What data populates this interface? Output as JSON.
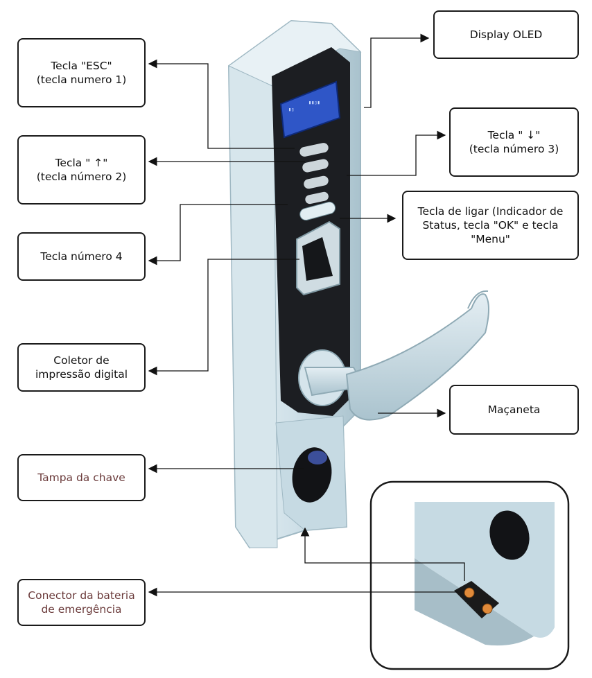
{
  "callouts": {
    "display_oled": "Display OLED",
    "tecla_esc": "Tecla \"ESC\"\n(tecla numero 1)",
    "tecla_down": "Tecla \" ↓\"\n(tecla número 3)",
    "tecla_up": "Tecla \" ↑\"\n(tecla número 2)",
    "tecla_ligar": "Tecla de ligar (Indicador de\nStatus, tecla \"OK\" e tecla\n\"Menu\"",
    "tecla_4": "Tecla número 4",
    "coletor": "Coletor de\nimpressão digital",
    "macaneta": "Maçaneta",
    "tampa": "Tampa da chave",
    "conector": "Conector da bateria\nde emergência"
  },
  "colors": {
    "lock_body": "#c9dde6",
    "lock_shadow": "#9fb8c3",
    "faceplate": "#1c1e22",
    "screen": "#2f56c7",
    "handle": "#c8dbe4",
    "contact": "#e08a3a",
    "accent_text": "#6b3b3b"
  }
}
